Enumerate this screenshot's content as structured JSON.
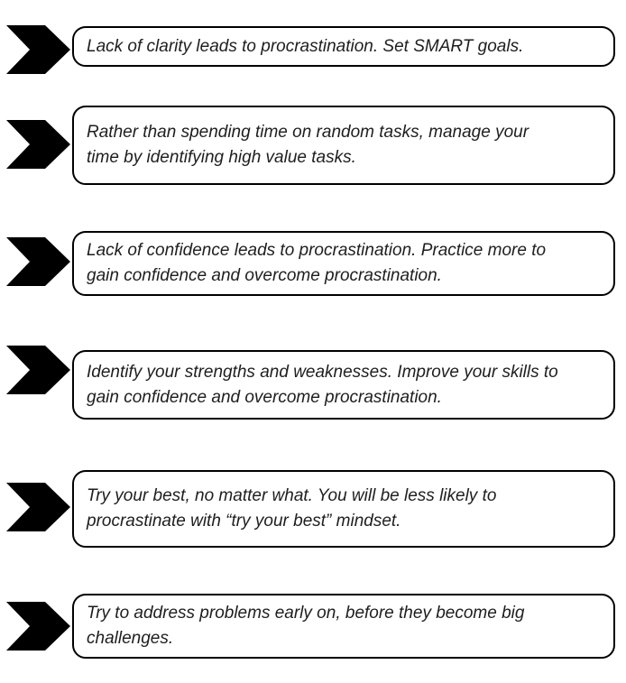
{
  "colors": {
    "background": "#ffffff",
    "arrow": "#000000",
    "box_border": "#000000",
    "box_fill": "#ffffff",
    "text": "#1e1e1e"
  },
  "diagram": {
    "type": "arrow-list",
    "rows": [
      {
        "icon": "chevron-arrow-icon",
        "lines": [
          "Lack of clarity leads to procrastination. Set SMART goals."
        ]
      },
      {
        "icon": "chevron-arrow-icon",
        "lines": [
          "Rather than spending time on random tasks, manage your",
          "time by identifying high value tasks."
        ]
      },
      {
        "icon": "chevron-arrow-icon",
        "lines": [
          "Lack of confidence leads to procrastination. Practice more to",
          "gain confidence and overcome procrastination."
        ]
      },
      {
        "icon": "chevron-arrow-icon",
        "lines": [
          "Identify your strengths and weaknesses. Improve your skills to",
          "gain confidence and overcome procrastination."
        ]
      },
      {
        "icon": "chevron-arrow-icon",
        "lines": [
          "Try your best, no matter what. You will be less likely to",
          "procrastinate with “try your best” mindset."
        ]
      },
      {
        "icon": "chevron-arrow-icon",
        "lines": [
          "Try to address problems early on, before they become big",
          "challenges."
        ]
      }
    ]
  }
}
